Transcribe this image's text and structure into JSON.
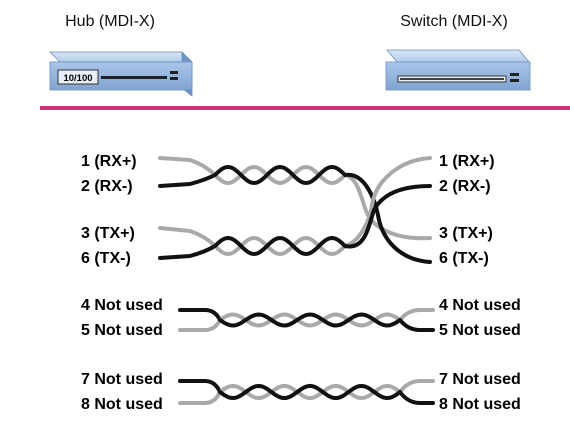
{
  "devices": {
    "left": {
      "label": "Hub (MDI-X)",
      "port_label": "10/100"
    },
    "right": {
      "label": "Switch (MDI-X)"
    }
  },
  "colors": {
    "divider": "#d0307a",
    "wire_dark": "#111111",
    "wire_light": "#a9a9a9",
    "device_body": "#9fc0e6",
    "device_shadow": "#5f86b8"
  },
  "pairs": [
    {
      "left_top": "1 (RX+)",
      "left_bottom": "2 (RX-)",
      "right_top": "1 (RX+)",
      "right_bottom": "2 (RX-)"
    },
    {
      "left_top": "3 (TX+)",
      "left_bottom": "6 (TX-)",
      "right_top": "3 (TX+)",
      "right_bottom": "6 (TX-)"
    },
    {
      "left_top": "4 Not used",
      "left_bottom": "5 Not used",
      "right_top": "4 Not used",
      "right_bottom": "5 Not used"
    },
    {
      "left_top": "7 Not used",
      "left_bottom": "8 Not used",
      "right_top": "7 Not used",
      "right_bottom": "8 Not used"
    }
  ]
}
